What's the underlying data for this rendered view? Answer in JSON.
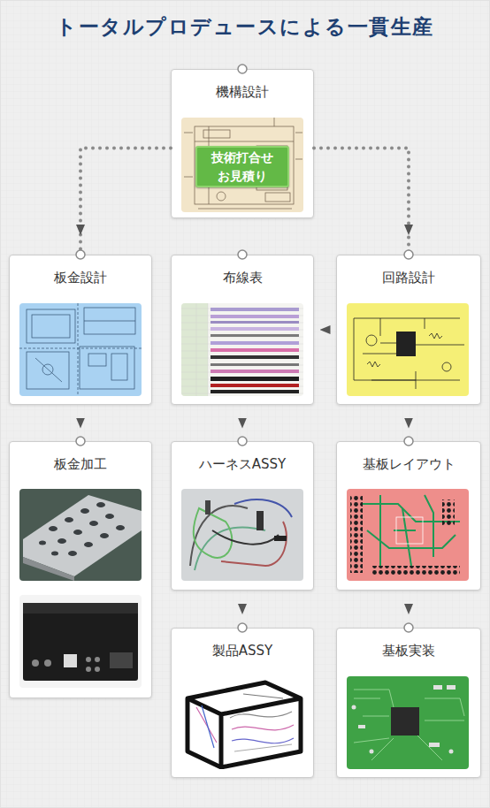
{
  "diagram": {
    "title": "トータルプロデュースによる一貫生産",
    "nodes": [
      {
        "text": [
          "機構設計"
        ]
      },
      {
        "text": [
          "技術打合せ お見積り"
        ],
        "in": 0
      },
      {
        "text": [
          "板金設計"
        ]
      },
      {
        "text": [
          "布線表"
        ]
      },
      {
        "text": [
          "回路設計"
        ]
      },
      {
        "text": [
          "板金加工"
        ]
      },
      {
        "text": [
          "ハーネスASSY"
        ]
      },
      {
        "text": [
          "基板レイアウト"
        ]
      },
      {
        "text": [
          "製品ASSY"
        ]
      },
      {
        "text": [
          "基板実装"
        ]
      }
    ],
    "edges": [
      {
        "from": 0,
        "to": 2,
        "arrow": "to"
      },
      {
        "from": 0,
        "to": 4,
        "arrow": "to"
      },
      {
        "from": 4,
        "to": 3,
        "arrow": "to"
      },
      {
        "from": 2,
        "to": 5,
        "arrow": "to"
      },
      {
        "from": 3,
        "to": 6,
        "arrow": "to"
      },
      {
        "from": 4,
        "to": 7,
        "arrow": "to"
      },
      {
        "from": 6,
        "to": 8,
        "arrow": "to"
      },
      {
        "from": 7,
        "to": 9,
        "arrow": "to"
      }
    ]
  }
}
